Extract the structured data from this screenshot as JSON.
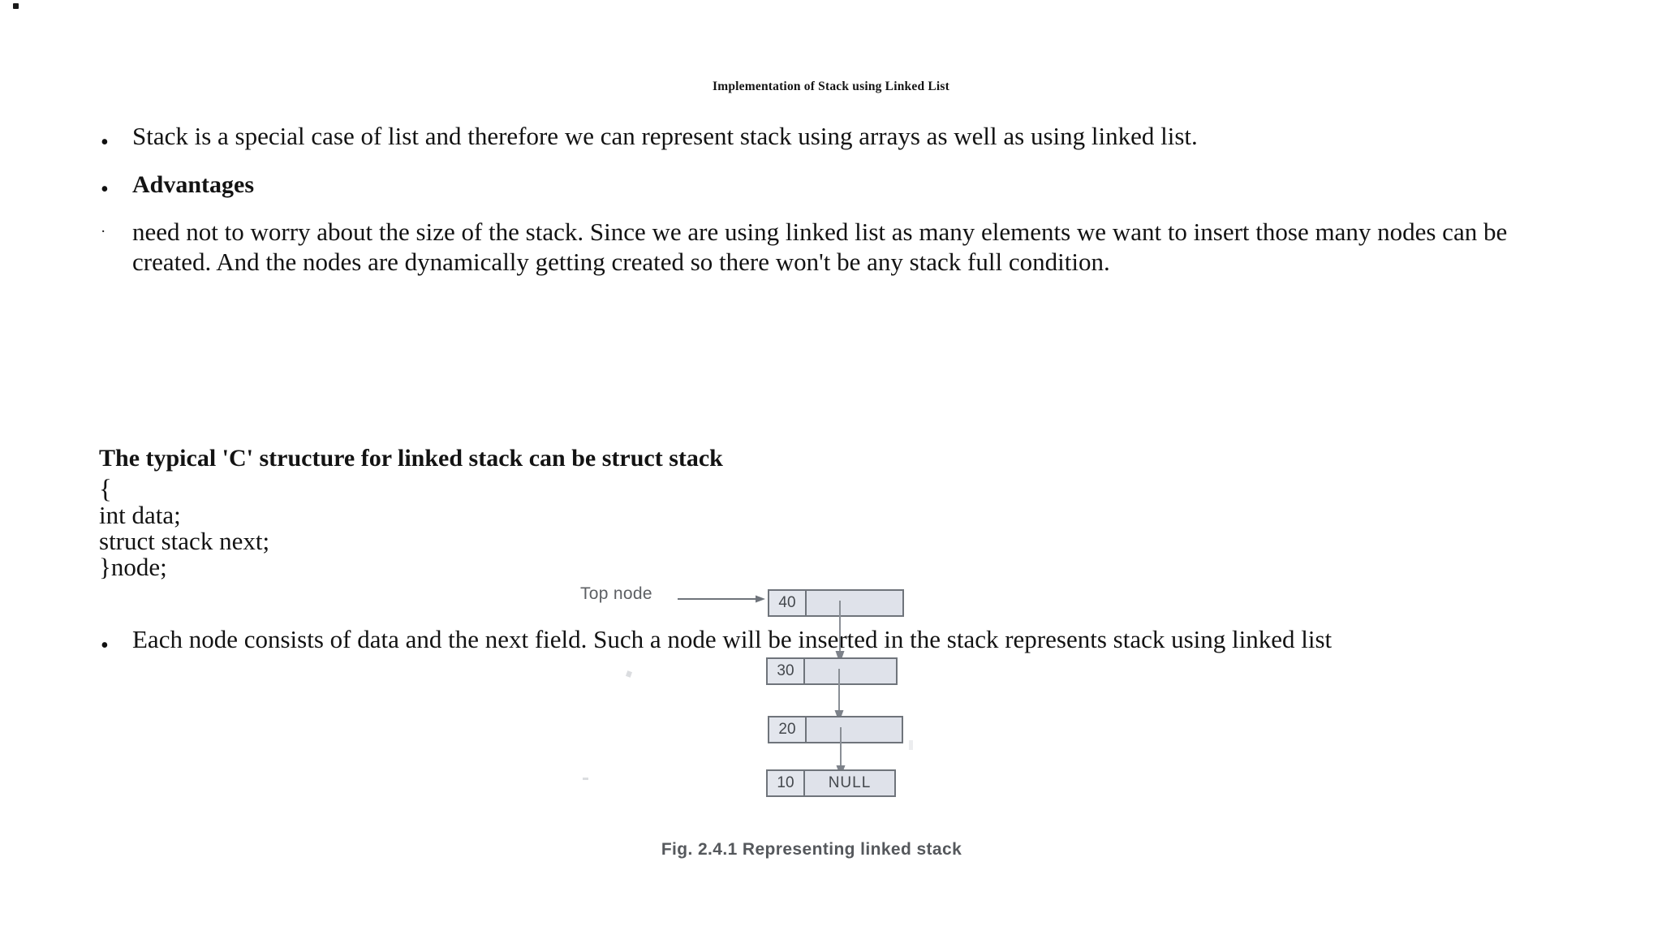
{
  "slide": {
    "title": "Implementation of Stack using Linked List",
    "stray_mark": "."
  },
  "bullets": [
    {
      "marker": "•",
      "text": "Stack is a special case of list and therefore we can represent stack using arrays as well as using linked list."
    },
    {
      "marker": "•",
      "text": "Advantages"
    },
    {
      "marker": "·",
      "text": " need not to worry about the size of the stack. Since we are using linked list as many elements we want to insert those many nodes can be created. And the nodes are dynamically getting created so there won't be any stack full condition."
    },
    {
      "marker": "•",
      "text": "Each node consists of data and the next field. Such a node will be inserted in the stack represents stack using linked list"
    }
  ],
  "code_block": {
    "heading": "The typical 'C' structure for linked stack can be struct stack",
    "lines": [
      "{",
      "int data;",
      "struct stack next;",
      "}node;"
    ]
  },
  "figure": {
    "top_node_label": "Top node",
    "caption": "Fig. 2.4.1 Representing linked stack",
    "nodes": [
      {
        "data": "40",
        "next": ""
      },
      {
        "data": "30",
        "next": ""
      },
      {
        "data": "20",
        "next": ""
      },
      {
        "data": "10",
        "next": "NULL"
      }
    ],
    "colors": {
      "node_fill": "#dfe2ea",
      "node_border": "#6f747b",
      "label_text": "#5c5f63",
      "caption_text": "#55585c"
    }
  }
}
